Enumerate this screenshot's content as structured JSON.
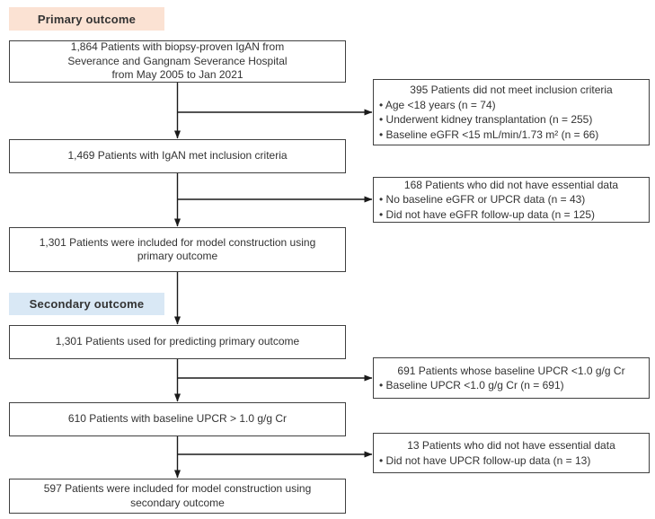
{
  "figure": {
    "type": "patient-flow-diagram",
    "colors": {
      "primary_section_bg": "#fbe2d3",
      "secondary_section_bg": "#d9e8f5",
      "box_border": "#404040",
      "text": "#333333",
      "arrow": "#1a1a1a",
      "background": "#ffffff"
    }
  },
  "sections": {
    "primary": {
      "label": "Primary outcome"
    },
    "secondary": {
      "label": "Secondary outcome"
    }
  },
  "main_boxes": [
    {
      "name": "initial-cohort",
      "lines": [
        "1,864 Patients with biopsy-proven IgAN from",
        "Severance and Gangnam Severance Hospital",
        "from May 2005 to Jan 2021"
      ]
    },
    {
      "name": "met-inclusion-criteria",
      "lines": [
        "1,469 Patients with IgAN met inclusion criteria"
      ]
    },
    {
      "name": "primary-model-construction",
      "lines": [
        "1,301 Patients were included for model construction using",
        "primary outcome"
      ]
    },
    {
      "name": "predicting-primary-outcome",
      "lines": [
        "1,301 Patients used for predicting primary outcome"
      ]
    },
    {
      "name": "baseline-upcr-above-1",
      "lines": [
        "610 Patients with baseline UPCR > 1.0 g/g Cr"
      ]
    },
    {
      "name": "secondary-model-construction",
      "lines": [
        "597 Patients were included for model construction using",
        "secondary outcome"
      ]
    }
  ],
  "side_boxes": [
    {
      "name": "excluded-inclusion-criteria",
      "title": "395 Patients did not meet inclusion criteria",
      "bullets": [
        "• Age <18 years (n = 74)",
        "• Underwent kidney transplantation (n = 255)",
        "• Baseline eGFR <15 mL/min/1.73 m² (n = 66)"
      ]
    },
    {
      "name": "excluded-missing-data-primary",
      "title": "168 Patients who did not have essential data",
      "bullets": [
        "• No baseline eGFR or UPCR data (n = 43)",
        "• Did not have eGFR follow-up data (n = 125)"
      ]
    },
    {
      "name": "excluded-low-upcr",
      "title": "691 Patients whose baseline UPCR <1.0 g/g Cr",
      "bullets": [
        "• Baseline UPCR <1.0 g/g Cr (n = 691)"
      ]
    },
    {
      "name": "excluded-missing-data-secondary",
      "title": "13 Patients who did not have essential data",
      "bullets": [
        "• Did not have UPCR follow-up data (n = 13)"
      ]
    }
  ]
}
